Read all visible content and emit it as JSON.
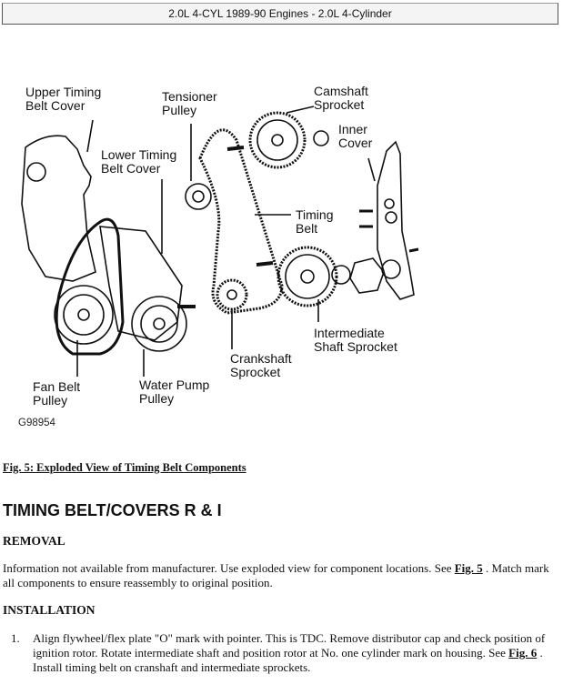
{
  "header": {
    "title": "2.0L 4-CYL 1989-90 Engines - 2.0L 4-Cylinder"
  },
  "figure": {
    "labels": {
      "upper_timing_belt_cover": [
        "Upper Timing",
        "Belt Cover"
      ],
      "tensioner_pulley": [
        "Tensioner",
        "Pulley"
      ],
      "camshaft_sprocket": [
        "Camshaft",
        "Sprocket"
      ],
      "inner_cover": [
        "Inner",
        "Cover"
      ],
      "lower_timing_belt_cover": [
        "Lower Timing",
        "Belt Cover"
      ],
      "timing_belt": [
        "Timing",
        "Belt"
      ],
      "intermediate_shaft_sprocket": [
        "Intermediate",
        "Shaft Sprocket"
      ],
      "crankshaft_sprocket": [
        "Crankshaft",
        "Sprocket"
      ],
      "fan_belt_pulley": [
        "Fan Belt",
        "Pulley"
      ],
      "water_pump_pulley": [
        "Water Pump",
        "Pulley"
      ]
    },
    "graphic_id": "G98954",
    "caption": "Fig. 5: Exploded View of Timing Belt Components"
  },
  "section": {
    "title": "TIMING BELT/COVERS R & I",
    "removal": {
      "heading": "REMOVAL",
      "text_before_link": "Information not available from manufacturer. Use exploded view for component locations. See ",
      "link": "Fig. 5",
      "text_after_link": " . Match mark all components to ensure reassembly to original position."
    },
    "installation": {
      "heading": "INSTALLATION",
      "steps": [
        {
          "number": "1.",
          "text_before_link": "Align flywheel/flex plate \"O\" mark with pointer. This is TDC. Remove distributor cap and check position of ignition rotor. Rotate intermediate shaft and position rotor at No. one cylinder mark on housing. See ",
          "link": "Fig. 6",
          "text_after_link": " . Install timing belt on cranshaft and intermediate sprockets."
        }
      ]
    }
  }
}
